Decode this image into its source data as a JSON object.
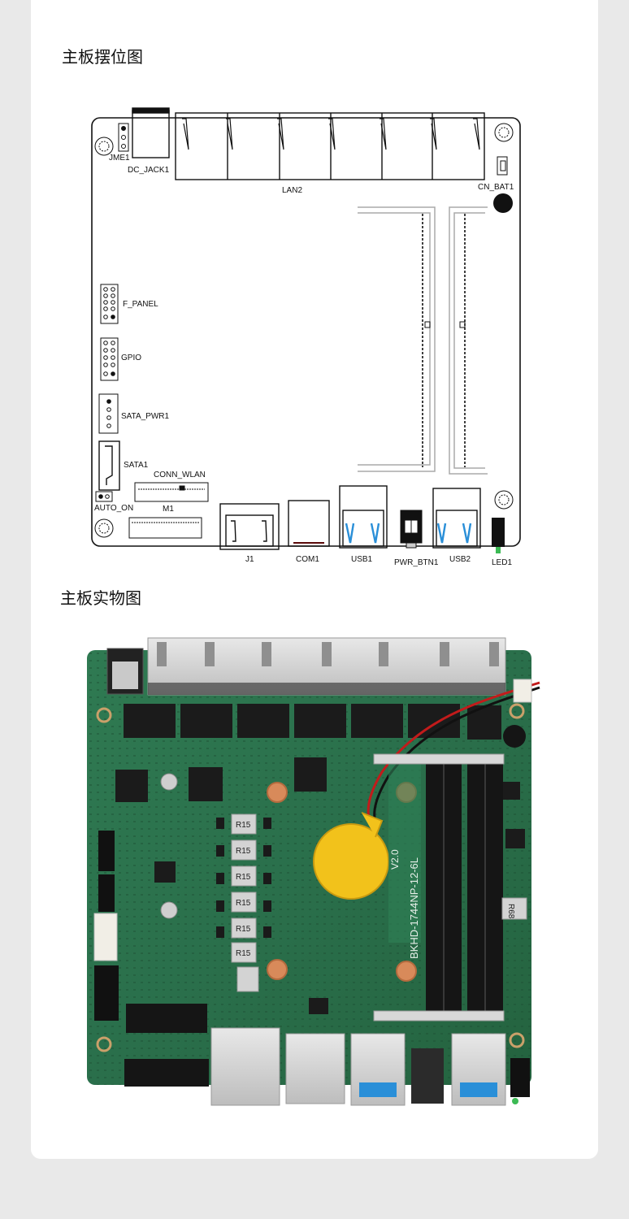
{
  "sections": {
    "layout_title": "主板摆位图",
    "photo_title": "主板实物图"
  },
  "labels": {
    "jme1": "JME1",
    "dc_jack1": "DC_JACK1",
    "lan2": "LAN2",
    "cn_bat1": "CN_BAT1",
    "f_panel": "F_PANEL",
    "gpio": "GPIO",
    "sata_pwr1": "SATA_PWR1",
    "sata1": "SATA1",
    "conn_wlan": "CONN_WLAN",
    "auto_on": "AUTO_ON",
    "m1": "M1",
    "j1": "J1",
    "com1": "COM1",
    "usb1": "USB1",
    "pwr_btn1": "PWR_BTN1",
    "usb2": "USB2",
    "led1": "LED1"
  },
  "photo_markings": {
    "board_model": "BKHD-1744NP-12-6L",
    "board_version": "V2.0",
    "resistor_mark": "R15",
    "inductor_mark": "R68"
  },
  "colors": {
    "pcb_green": "#2f7a52",
    "pcb_dark": "#1e5a3b",
    "battery_yellow": "#f2c21b",
    "usb_blue": "#2a8fd8",
    "copper": "#d88a5a"
  }
}
